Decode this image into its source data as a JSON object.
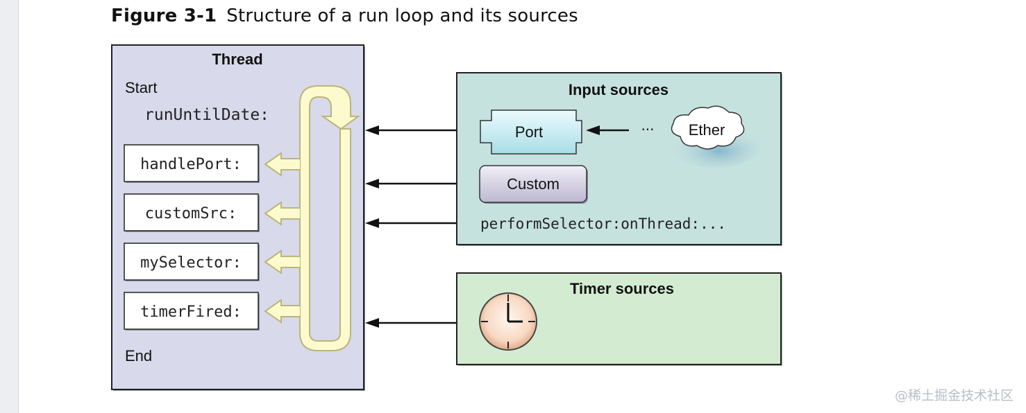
{
  "figure": {
    "number": "Figure 3-1",
    "title": "Structure of a run loop and its sources"
  },
  "thread": {
    "title": "Thread",
    "start_label": "Start",
    "run_method": "runUntilDate:",
    "handlers": [
      "handlePort:",
      "customSrc:",
      "mySelector:",
      "timerFired:"
    ],
    "end_label": "End"
  },
  "input_sources": {
    "title": "Input sources",
    "port_label": "Port",
    "ether_label": "Ether",
    "ellipsis": "···",
    "custom_label": "Custom",
    "perform_selector": "performSelector:onThread:..."
  },
  "timer_sources": {
    "title": "Timer sources",
    "icon": "clock-icon"
  },
  "colors": {
    "thread_bg": "#d8d9ea",
    "input_bg": "#c6e2df",
    "timer_bg": "#d3ecd1",
    "loop_fill": "#fdfbce",
    "loop_stroke": "#b9b679",
    "port_fill": "#cbeef3",
    "custom_fill": "#d6d3e3"
  },
  "watermark": "@稀土掘金技术社区"
}
